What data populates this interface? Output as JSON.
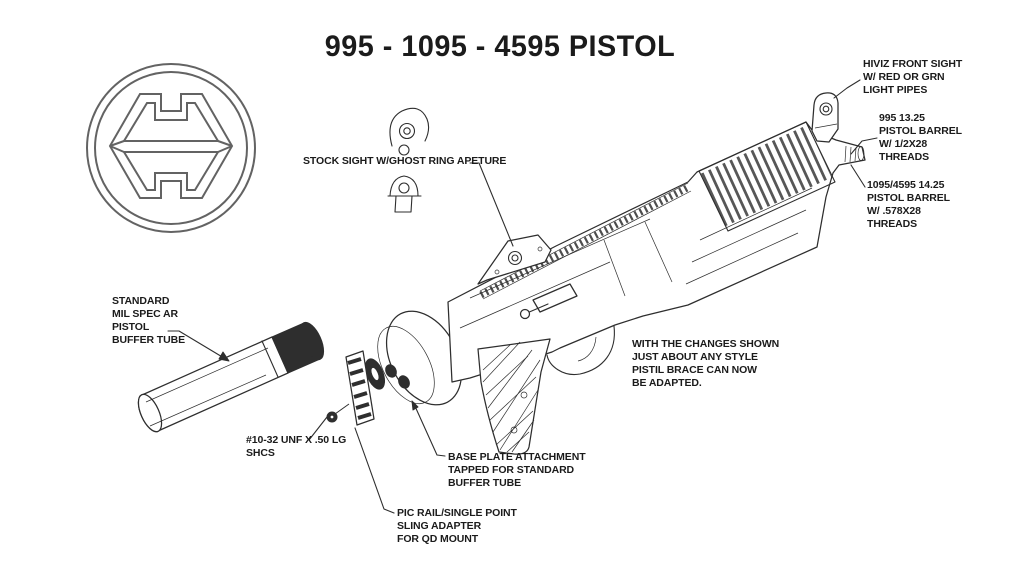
{
  "title": "995 - 1095 - 4595 PISTOL",
  "colors": {
    "background": "#ffffff",
    "ink": "#2e2e2e",
    "text": "#1b1b1b",
    "logo": "#636363"
  },
  "logo": {
    "description": "hexagonal-H emblem inside double circle"
  },
  "labels": {
    "stock_sight": "STOCK SIGHT W/GHOST RING APETURE",
    "hiviz_front_sight": "HIVIZ FRONT SIGHT\nW/ RED OR GRN\nLIGHT PIPES",
    "barrel_995": "995 13.25\nPISTOL BARREL\nW/ 1/2X28\nTHREADS",
    "barrel_1095_4595": "1095/4595 14.25\nPISTOL BARREL\nW/ .578X28\nTHREADS",
    "buffer_tube": "STANDARD\nMIL SPEC AR\nPISTOL\nBUFFER TUBE",
    "screw": "#10-32 UNF X .50 LG\nSHCS",
    "base_plate": "BASE PLATE ATTACHMENT\nTAPPED FOR STANDARD\nBUFFER TUBE",
    "sling_adapter": "PIC RAIL/SINGLE POINT\nSLING ADAPTER\nFOR QD MOUNT",
    "note": "WITH THE CHANGES SHOWN\nJUST ABOUT ANY STYLE\nPISTIL BRACE CAN NOW\nBE ADAPTED."
  }
}
